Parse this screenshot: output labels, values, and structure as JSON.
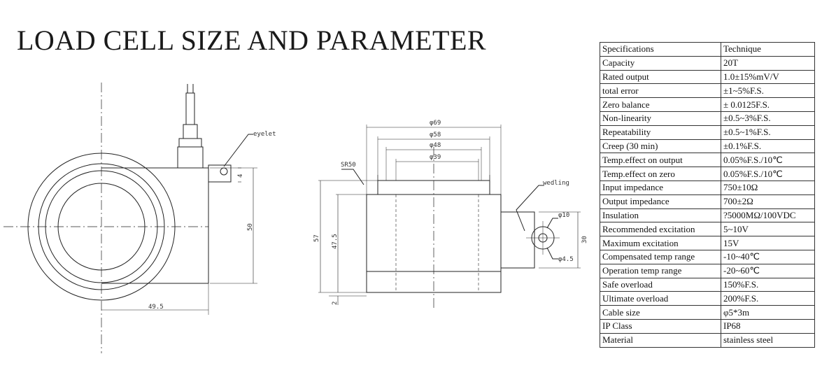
{
  "title": "LOAD CELL SIZE AND PARAMETER",
  "drawing_labels": {
    "eyelet": "eyelet",
    "wedling": "wedling",
    "d69": "φ69",
    "d58": "φ58",
    "d48": "φ48",
    "d39": "φ39",
    "sr50": "SR50",
    "d10": "φ10",
    "d4_5": "φ4.5",
    "h4": "4",
    "h50": "50",
    "w49_5": "49.5",
    "h57": "57",
    "h47_5": "47.5",
    "h2": "2",
    "h30": "30"
  },
  "spec_table": {
    "rows": [
      [
        "Specifications",
        "Technique"
      ],
      [
        "Capacity",
        "20T"
      ],
      [
        "Rated output",
        "1.0±15%mV/V"
      ],
      [
        "total error",
        "±1~5%F.S."
      ],
      [
        "Zero balance",
        "± 0.0125F.S."
      ],
      [
        "Non-linearity",
        "±0.5~3%F.S."
      ],
      [
        "Repeatability",
        "±0.5~1%F.S."
      ],
      [
        "Creep (30 min)",
        "±0.1%F.S."
      ],
      [
        "Temp.effect on output",
        "0.05%F.S./10℃"
      ],
      [
        "Temp.effect on zero",
        "0.05%F.S./10℃"
      ],
      [
        "Input impedance",
        "750±10Ω"
      ],
      [
        "Output impedance",
        "700±2Ω"
      ],
      [
        "Insulation",
        "?5000MΩ/100VDC"
      ],
      [
        "Recommended excitation",
        "5~10V"
      ],
      [
        "Maximum excitation",
        "15V"
      ],
      [
        "Compensated temp range",
        "-10~40℃"
      ],
      [
        "Operation temp range",
        "-20~60℃"
      ],
      [
        "Safe overload",
        "150%F.S."
      ],
      [
        "Ultimate overload",
        "200%F.S."
      ],
      [
        "Cable size",
        "φ5*3m"
      ],
      [
        "IP Class",
        "IP68"
      ],
      [
        "Material",
        "stainless steel"
      ]
    ]
  }
}
